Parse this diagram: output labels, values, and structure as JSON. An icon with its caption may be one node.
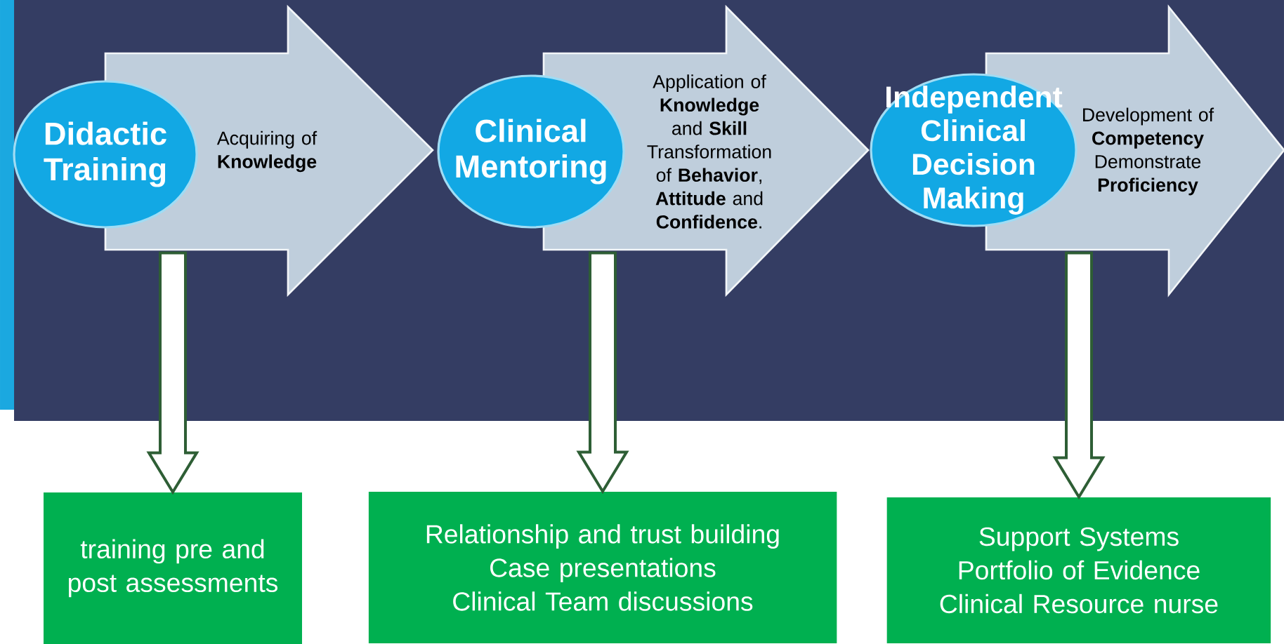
{
  "diagram": {
    "nodes": [
      {
        "text": [
          "Didactic Training"
        ]
      },
      {
        "text": [
          "Acquiring of **Knowledge**"
        ]
      },
      {
        "text": [
          "Clinical Mentoring"
        ]
      },
      {
        "text": [
          "Application of **Knowledge** and **Skill** Transformation of **Behavior**, **Attitude** and **Confidence**."
        ]
      },
      {
        "text": [
          "Independent Clinical Decision Making"
        ]
      },
      {
        "text": [
          "Development of **Competency**",
          "Demonstrate **Proficiency**"
        ]
      },
      {
        "text": [
          "training pre and post assessments"
        ]
      },
      {
        "text": [
          "Relationship and trust building",
          "Case presentations",
          "Clinical Team discussions"
        ]
      },
      {
        "text": [
          "Support Systems",
          "Portfolio of Evidence",
          "Clinical Resource nurse"
        ]
      }
    ],
    "edges": [
      {
        "from": 1,
        "to": 6,
        "arrow": "to"
      },
      {
        "from": 3,
        "to": 7,
        "arrow": "to"
      },
      {
        "from": 5,
        "to": 8,
        "arrow": "to"
      }
    ]
  }
}
